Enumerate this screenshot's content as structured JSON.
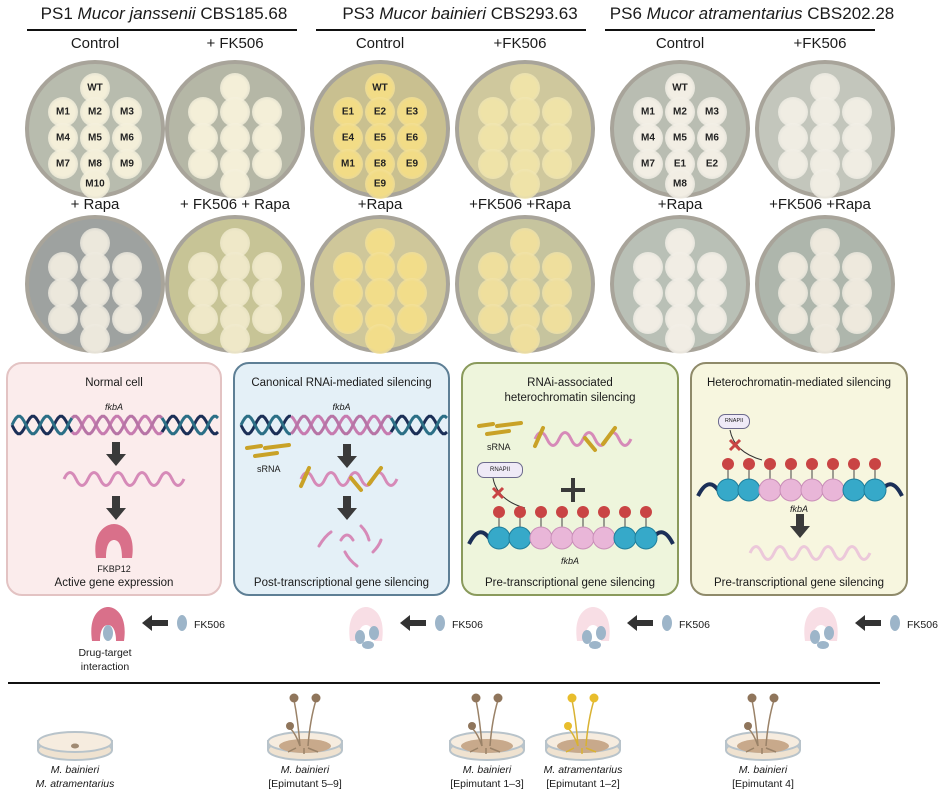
{
  "strains": [
    {
      "code": "PS1",
      "genus": "Mucor",
      "species": "janssenii",
      "accession": "CBS185.68",
      "conditions": [
        "Control",
        "+ FK506",
        "+ Rapa",
        "+ FK506 + Rapa"
      ],
      "control_labels": [
        "WT",
        "M1",
        "M2",
        "M3",
        "M4",
        "M5",
        "M6",
        "M7",
        "M8",
        "M9",
        "M10"
      ]
    },
    {
      "code": "PS3",
      "genus": "Mucor",
      "species": "bainieri",
      "accession": "CBS293.63",
      "conditions": [
        "Control",
        "+FK506",
        "+Rapa",
        "+FK506 +Rapa"
      ],
      "control_labels": [
        "WT",
        "E1",
        "E2",
        "E3",
        "E4",
        "E5",
        "E6",
        "M1",
        "E8",
        "E9",
        "E9"
      ]
    },
    {
      "code": "PS6",
      "genus": "Mucor",
      "species": "atramentarius",
      "accession": "CBS202.28",
      "conditions": [
        "Control",
        "+FK506",
        "+Rapa",
        "+FK506 +Rapa"
      ],
      "control_labels": [
        "WT",
        "M1",
        "M2",
        "M3",
        "M4",
        "M5",
        "M6",
        "M7",
        "E1",
        "E2",
        "M8"
      ]
    }
  ],
  "panels": [
    {
      "title": "Normal cell",
      "gene": "fkbA",
      "protein": "FKBP12",
      "footer": "Active gene expression",
      "colors": {
        "bg": "#fbecec",
        "border": "#e3c3c3"
      }
    },
    {
      "title": "Canonical RNAi-mediated silencing",
      "gene": "fkbA",
      "srna": "sRNA",
      "footer": "Post-transcriptional gene silencing",
      "colors": {
        "bg": "#e4f0f7",
        "border": "#5e7f95"
      }
    },
    {
      "title_line1": "RNAi-associated",
      "title_line2": "heterochromatin silencing",
      "gene": "fkbA",
      "srna": "sRNA",
      "polymerase": "RNAPII",
      "mark": "Me",
      "footer": "Pre-transcriptional gene silencing",
      "colors": {
        "bg": "#eef5dc",
        "border": "#8a9a5c"
      }
    },
    {
      "title": "Heterochromatin-mediated silencing",
      "gene": "fkbA",
      "polymerase": "RNAPII",
      "mark": "Me",
      "footer": "Pre-transcriptional gene silencing",
      "colors": {
        "bg": "#f7f6df",
        "border": "#8f8a6a"
      }
    }
  ],
  "drug_row": [
    {
      "drug": "FK506",
      "caption_line1": "Drug-target",
      "caption_line2": "interaction"
    },
    {
      "drug": "FK506"
    },
    {
      "drug": "FK506"
    },
    {
      "drug": "FK506"
    }
  ],
  "phenotypes": [
    {
      "line1": "M. bainieri",
      "line2": "M. atramentarius",
      "growth": "none"
    },
    {
      "line1": "M. bainieri",
      "line2": "[Epimutant 5–9]",
      "growth": "brown"
    },
    {
      "line1": "M. bainieri",
      "line2": "[Epimutant 1–3]",
      "growth": "brown"
    },
    {
      "line1": "M. atramentarius",
      "line2": "[Epimutant 1–2]",
      "growth": "yellow"
    },
    {
      "line1": "M. bainieri",
      "line2": "[Epimutant 4]",
      "growth": "brown"
    }
  ],
  "colors": {
    "dna_dark": "#1b2f57",
    "dna_teal": "#2b6f86",
    "dna_pink": "#c77bb0",
    "mrna": "#d68ab8",
    "srna": "#c9a227",
    "protein": "#d9708a",
    "drug": "#9db5c9",
    "nucleosome_blue": "#36a9c9",
    "nucleosome_pink": "#e9b6d8",
    "methyl": "#c94444"
  }
}
